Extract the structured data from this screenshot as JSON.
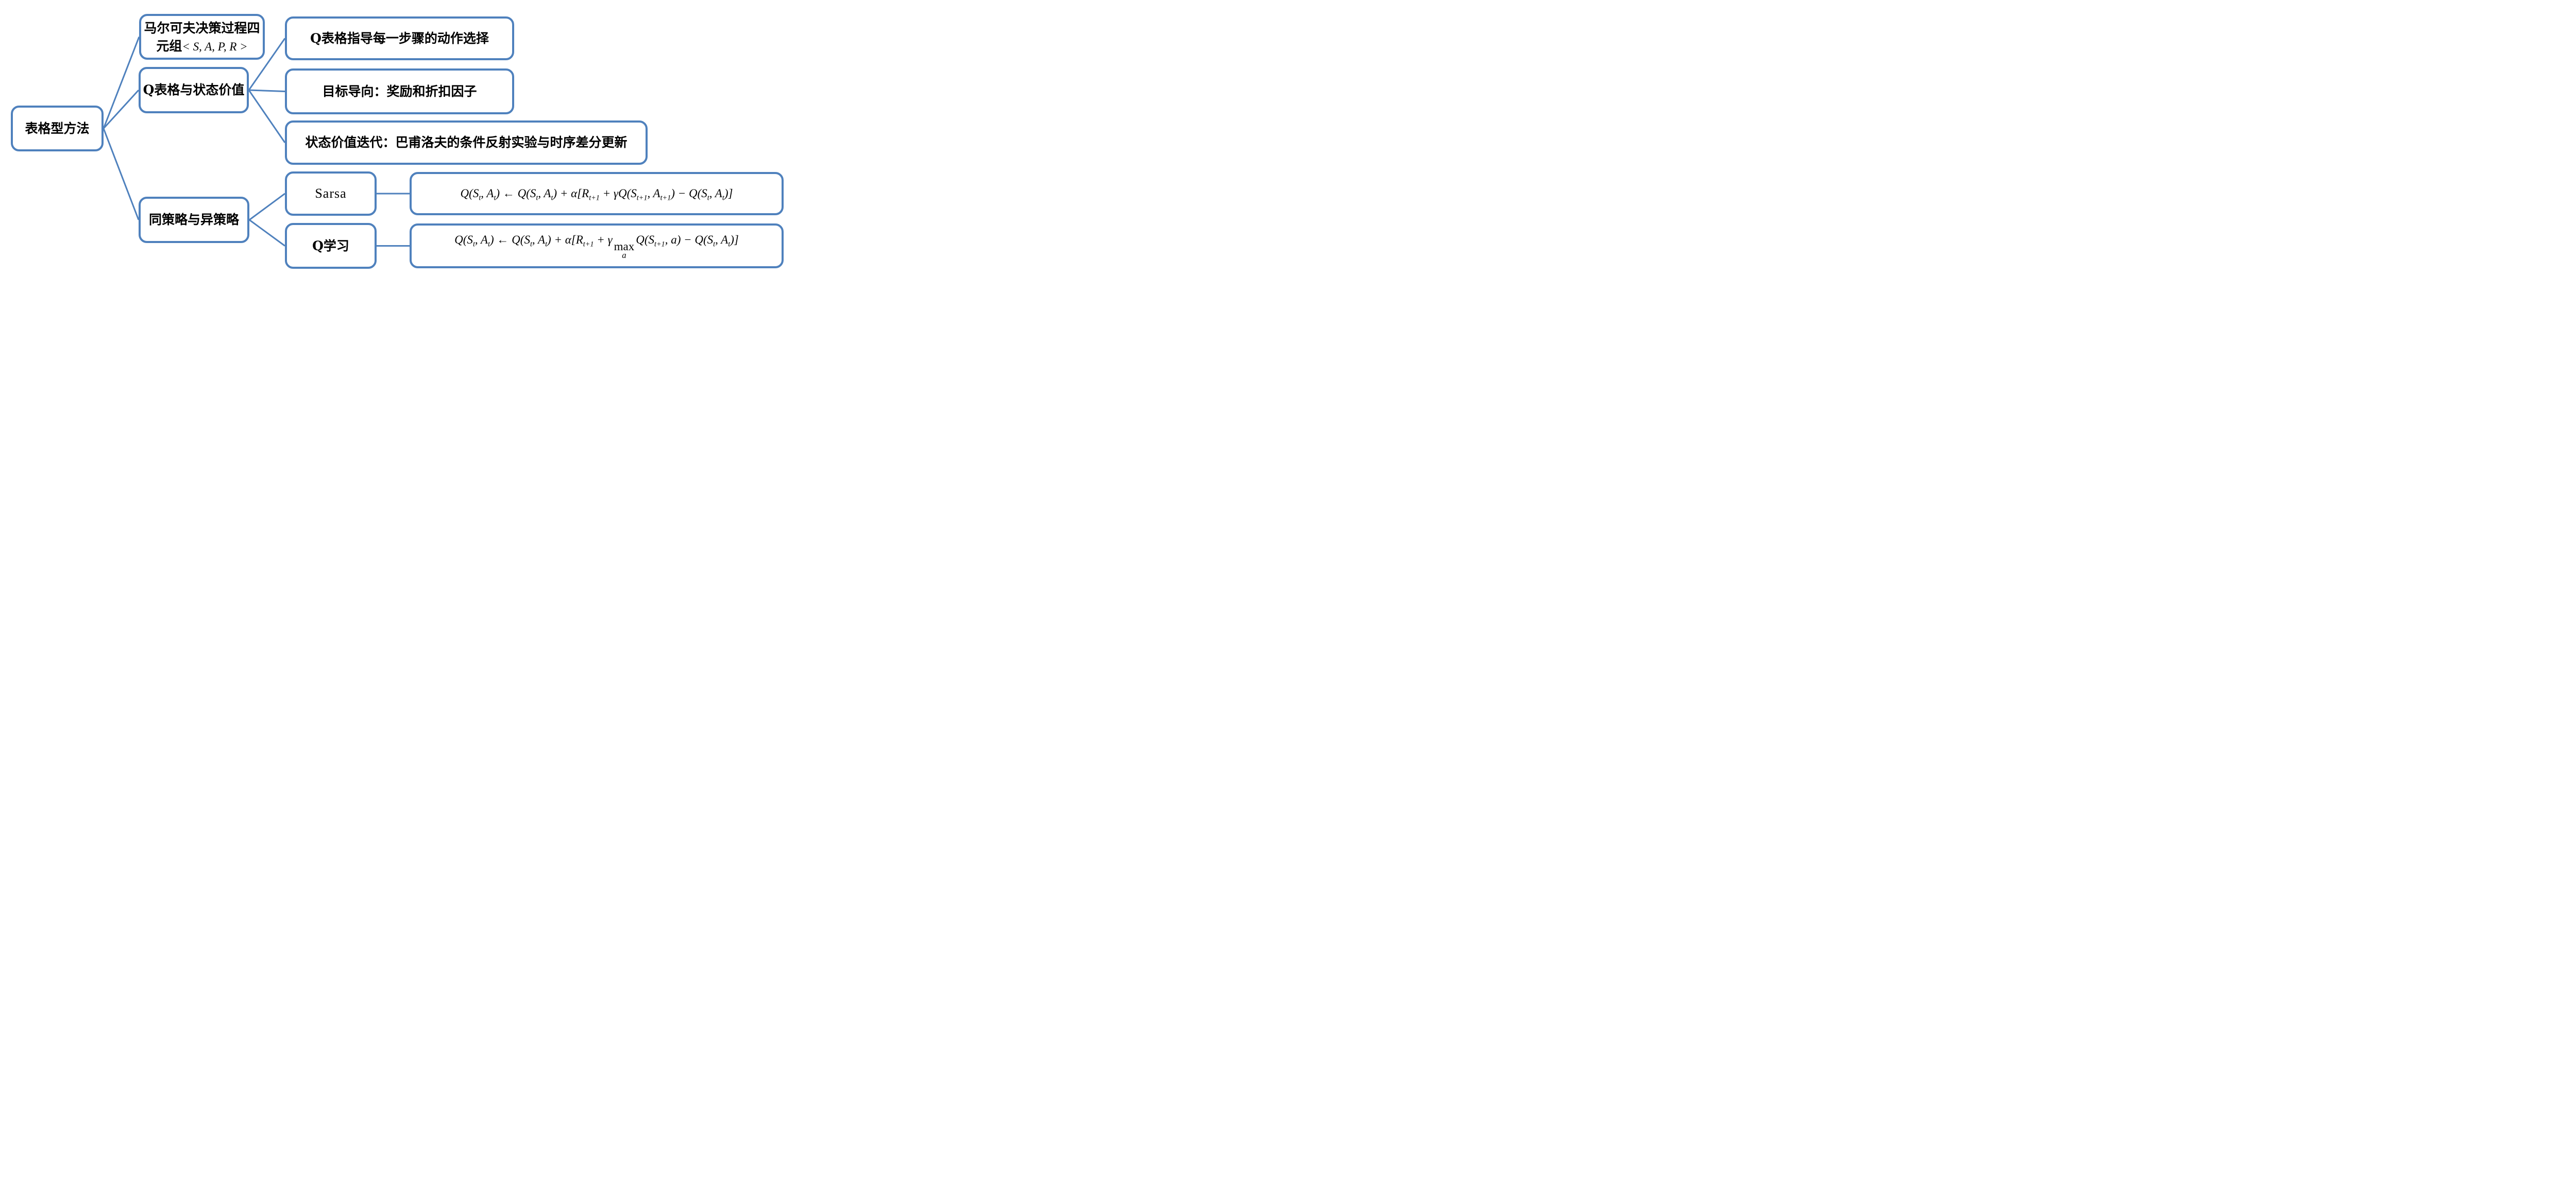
{
  "accent_color": "#4f81bd",
  "background_color": "#ffffff",
  "text_color": "#000000",
  "nodes": {
    "root": {
      "label": "表格型方法"
    },
    "mdp": {
      "line1": "马尔可夫决策过程四",
      "line2": [
        {
          "text": "元组",
          "cn": true
        },
        {
          "text": "< S, A, P, R >"
        }
      ]
    },
    "qtable": {
      "label": "Q表格与状态价值"
    },
    "onoff": {
      "label": "同策略与异策略"
    },
    "leaf1": {
      "label": "Q表格指导每一步骤的动作选择"
    },
    "leaf2": {
      "label": "目标导向：奖励和折扣因子"
    },
    "leaf3": {
      "label": "状态价值迭代：巴甫洛夫的条件反射实验与时序差分更新"
    },
    "sarsa": {
      "label": "Sarsa"
    },
    "sarsaF": {
      "formula": [
        {
          "text": "Q(S",
          "sub": "t"
        },
        {
          "text": ", A",
          "sub": "t"
        },
        {
          "text": ") ← Q(S",
          "sub": "t"
        },
        {
          "text": ", A",
          "sub": "t"
        },
        {
          "text": ") + α[R",
          "sub": "t+1"
        },
        {
          "text": " + γQ(S",
          "sub": "t+1"
        },
        {
          "text": ", A",
          "sub": "t+1"
        },
        {
          "text": ") − Q(S",
          "sub": "t"
        },
        {
          "text": ", A",
          "sub": "t"
        },
        {
          "text": ")]"
        }
      ]
    },
    "qlearn": {
      "label": "Q学习"
    },
    "qlearnF": {
      "formula": [
        {
          "text": "Q(S",
          "sub": "t"
        },
        {
          "text": ", A",
          "sub": "t"
        },
        {
          "text": ") ← Q(S",
          "sub": "t"
        },
        {
          "text": ", A",
          "sub": "t"
        },
        {
          "text": ") + α[R",
          "sub": "t+1"
        },
        {
          "text": " + γ"
        },
        {
          "text": "max",
          "under": "a"
        },
        {
          "text": "Q(S",
          "sub": "t+1"
        },
        {
          "text": ", a) − Q(S",
          "sub": "t"
        },
        {
          "text": ", A",
          "sub": "t"
        },
        {
          "text": ")]"
        }
      ]
    }
  },
  "edges": [
    [
      "root",
      "mdp"
    ],
    [
      "root",
      "qtable"
    ],
    [
      "root",
      "onoff"
    ],
    [
      "qtable",
      "leaf1"
    ],
    [
      "qtable",
      "leaf2"
    ],
    [
      "qtable",
      "leaf3"
    ],
    [
      "onoff",
      "sarsa"
    ],
    [
      "onoff",
      "qlearn"
    ],
    [
      "sarsa",
      "sarsaF"
    ],
    [
      "qlearn",
      "qlearnF"
    ]
  ],
  "edge_stroke_width": 3
}
